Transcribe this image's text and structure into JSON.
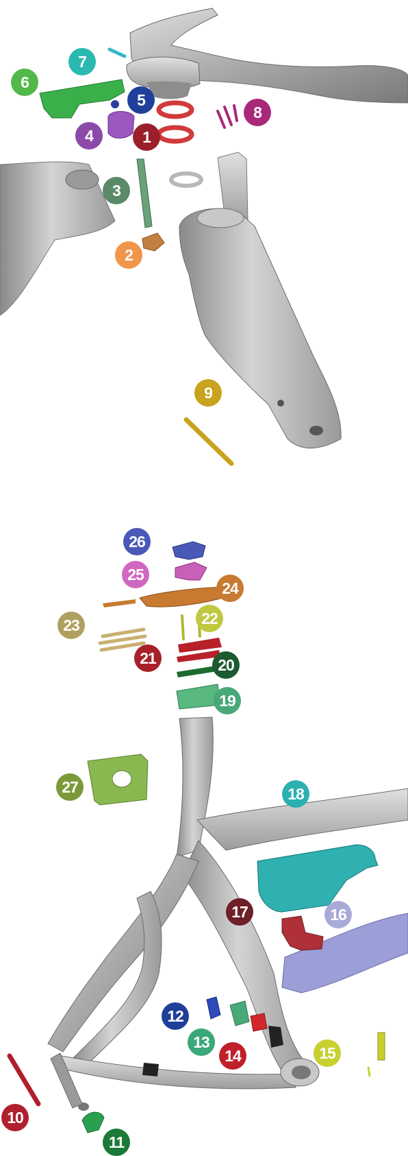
{
  "callouts": [
    {
      "id": "1",
      "color": "#9a1f2b"
    },
    {
      "id": "2",
      "color": "#f0954a"
    },
    {
      "id": "3",
      "color": "#5a8a68"
    },
    {
      "id": "4",
      "color": "#8c4aa8"
    },
    {
      "id": "5",
      "color": "#1f3f99"
    },
    {
      "id": "6",
      "color": "#52b848"
    },
    {
      "id": "7",
      "color": "#2ab8b0"
    },
    {
      "id": "8",
      "color": "#a8287a"
    },
    {
      "id": "9",
      "color": "#c9a21e"
    },
    {
      "id": "10",
      "color": "#b01f2c"
    },
    {
      "id": "11",
      "color": "#1c7a38"
    },
    {
      "id": "12",
      "color": "#1f3f99"
    },
    {
      "id": "13",
      "color": "#3aa878"
    },
    {
      "id": "14",
      "color": "#c0202a"
    },
    {
      "id": "15",
      "color": "#c8d030"
    },
    {
      "id": "16",
      "color": "#a8aad8"
    },
    {
      "id": "17",
      "color": "#6e1f28"
    },
    {
      "id": "18",
      "color": "#2ab0b0"
    },
    {
      "id": "19",
      "color": "#48a878"
    },
    {
      "id": "20",
      "color": "#1c5a30"
    },
    {
      "id": "21",
      "color": "#a8202a"
    },
    {
      "id": "22",
      "color": "#c0c840"
    },
    {
      "id": "23",
      "color": "#b0a060"
    },
    {
      "id": "24",
      "color": "#c87a30"
    },
    {
      "id": "25",
      "color": "#d068c0"
    },
    {
      "id": "26",
      "color": "#4a58b8"
    },
    {
      "id": "27",
      "color": "#7a9a38"
    }
  ]
}
